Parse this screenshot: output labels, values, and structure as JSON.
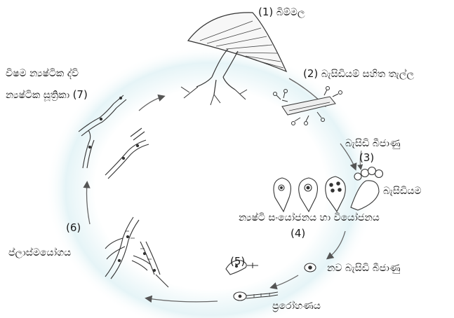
{
  "stages": [
    {
      "number": "(1)",
      "label": "බිම්මල"
    },
    {
      "number": "(2)",
      "label": "බැසිඩියම් සහිත තැල්ල"
    },
    {
      "number": "(3)",
      "label": "බැසිඩියම",
      "note": "බැසිඩි බීජාණු"
    },
    {
      "number": "(4)",
      "label": "න්‍යෂ්ටි සංයෝජනය හා වියෝජනය"
    },
    {
      "number": "(5)",
      "label": "ප්‍රරෝහණය",
      "note": "නව බැසිඩි බීජාණු"
    },
    {
      "number": "(6)",
      "label": "ප්ලාස්මයෝගය"
    },
    {
      "number": "(7)",
      "label_line1": "විෂම න්‍යෂ්ටික ද්වි",
      "label_line2": "න්‍යෂ්ටික සූත්‍රිකා"
    }
  ],
  "colors": {
    "line": "#333333",
    "glow": "#dff2f5",
    "cap_fill": "#f7f7f7"
  }
}
